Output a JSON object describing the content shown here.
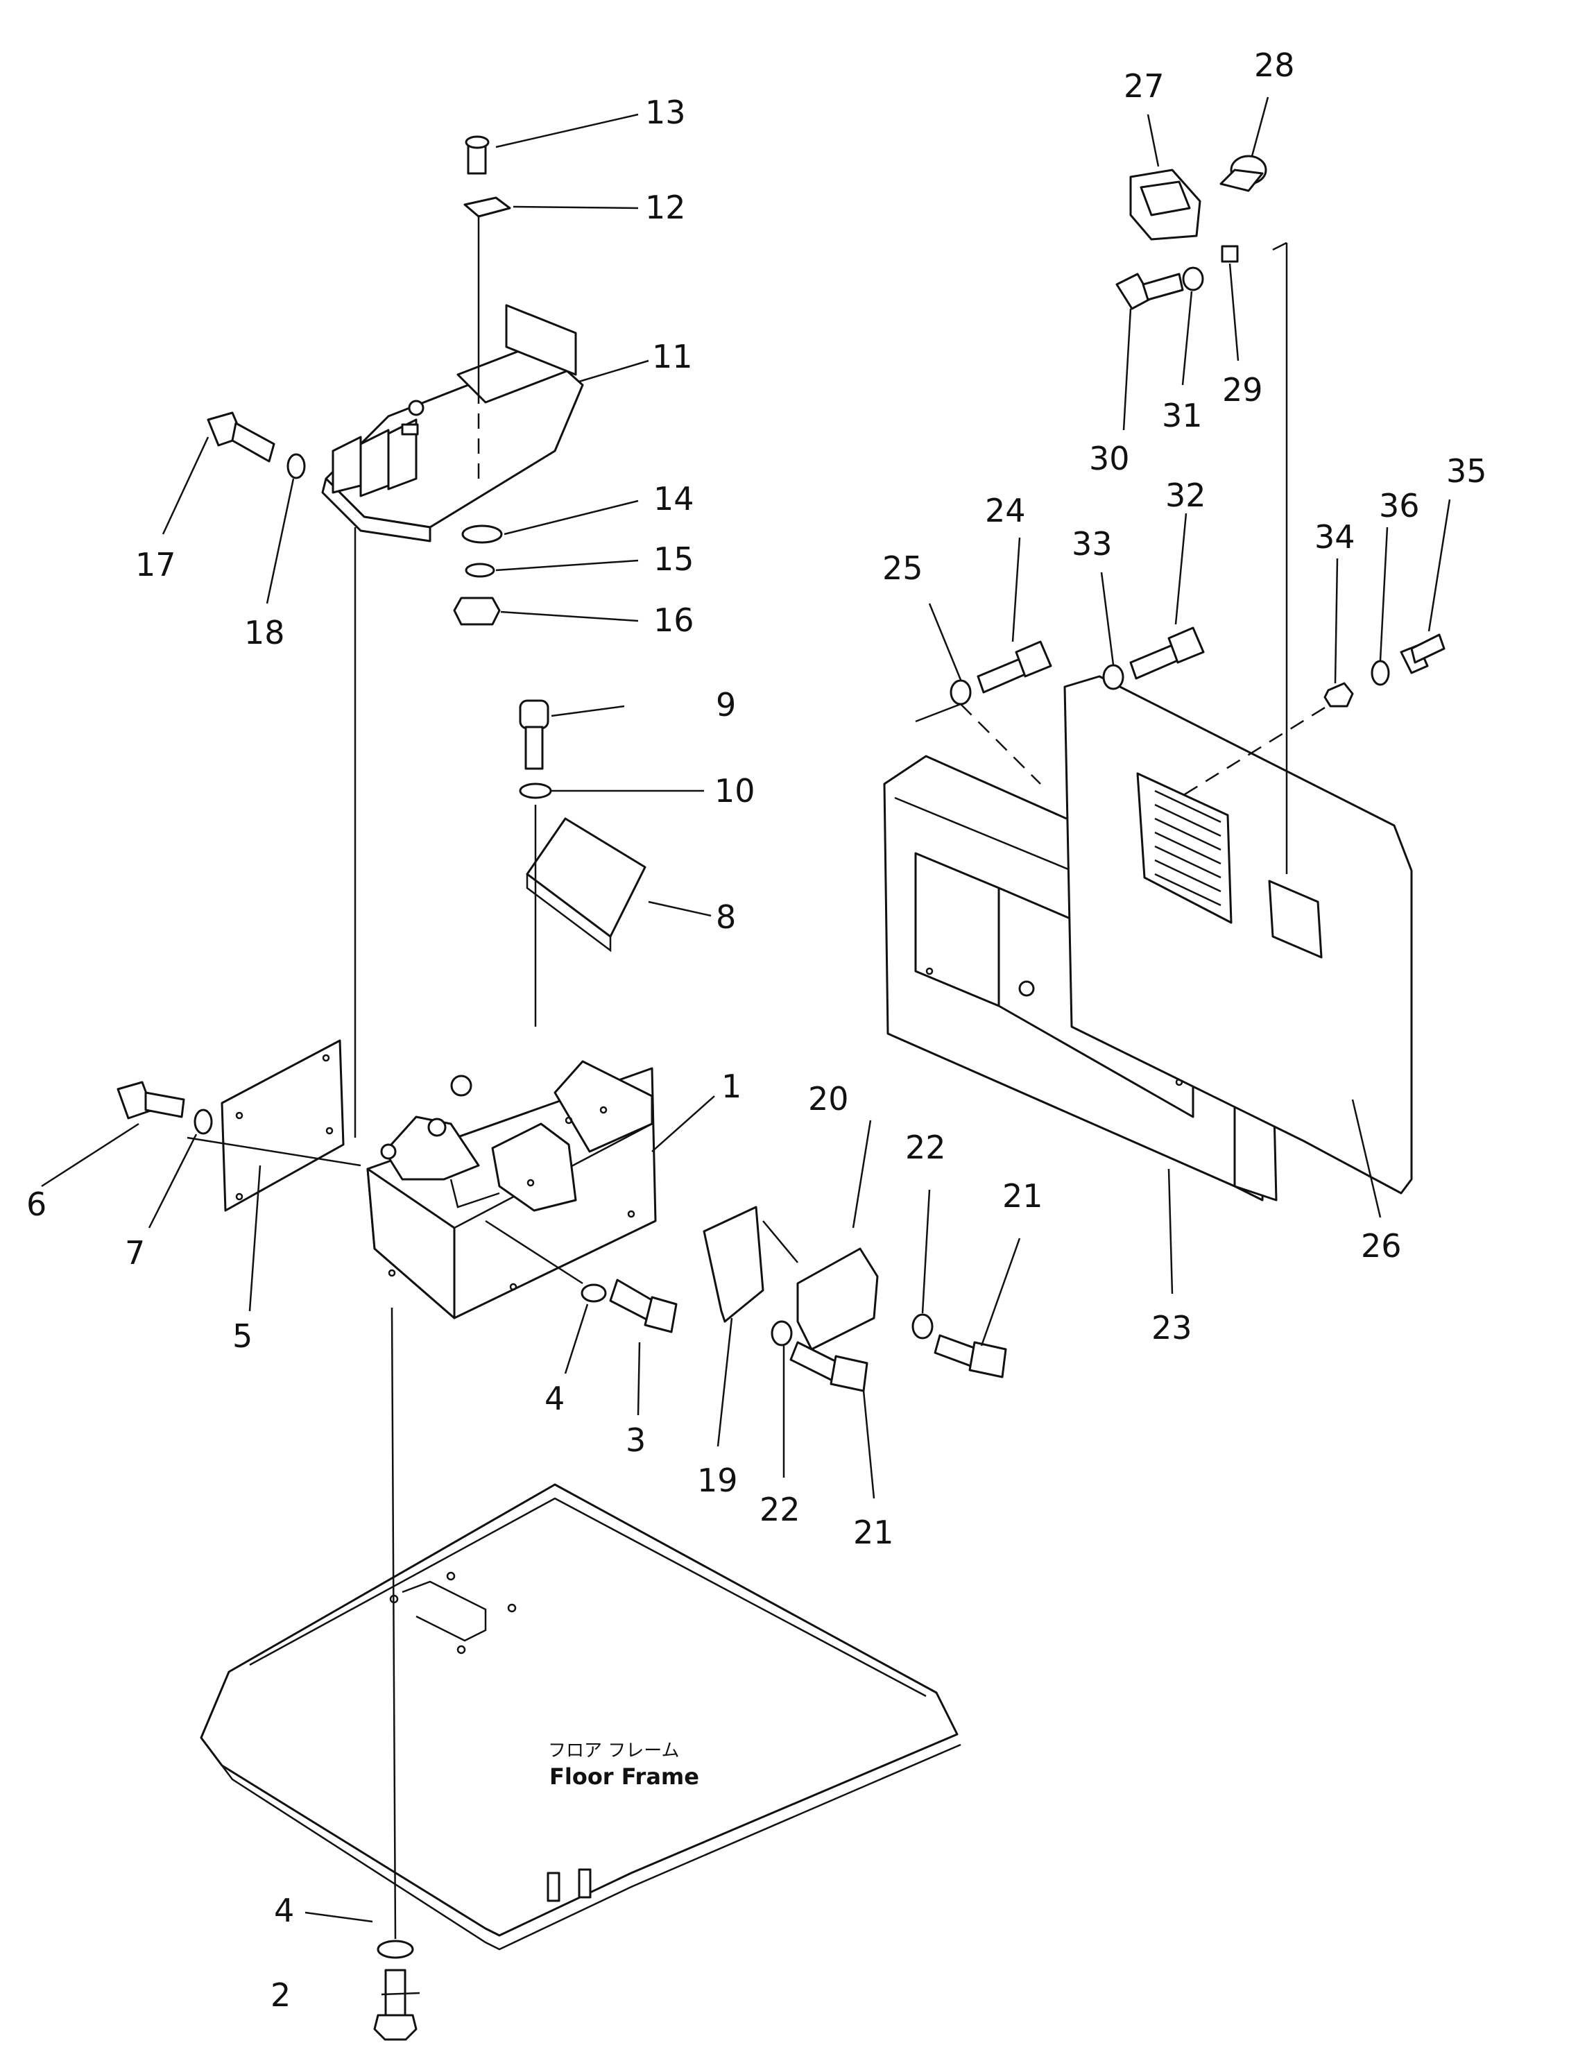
{
  "floor_frame": {
    "label_jp": "フロア フレーム",
    "label_en": "Floor Frame"
  },
  "callouts": [
    "1",
    "2",
    "3",
    "4",
    "5",
    "6",
    "7",
    "8",
    "9",
    "10",
    "11",
    "12",
    "13",
    "14",
    "15",
    "16",
    "17",
    "18",
    "19",
    "20",
    "21",
    "22",
    "23",
    "24",
    "25",
    "26",
    "27",
    "28",
    "29",
    "30",
    "31",
    "32",
    "33",
    "34",
    "35",
    "36"
  ],
  "callouts_repeat": {
    "4b": "4",
    "21b": "21",
    "22b": "22"
  }
}
